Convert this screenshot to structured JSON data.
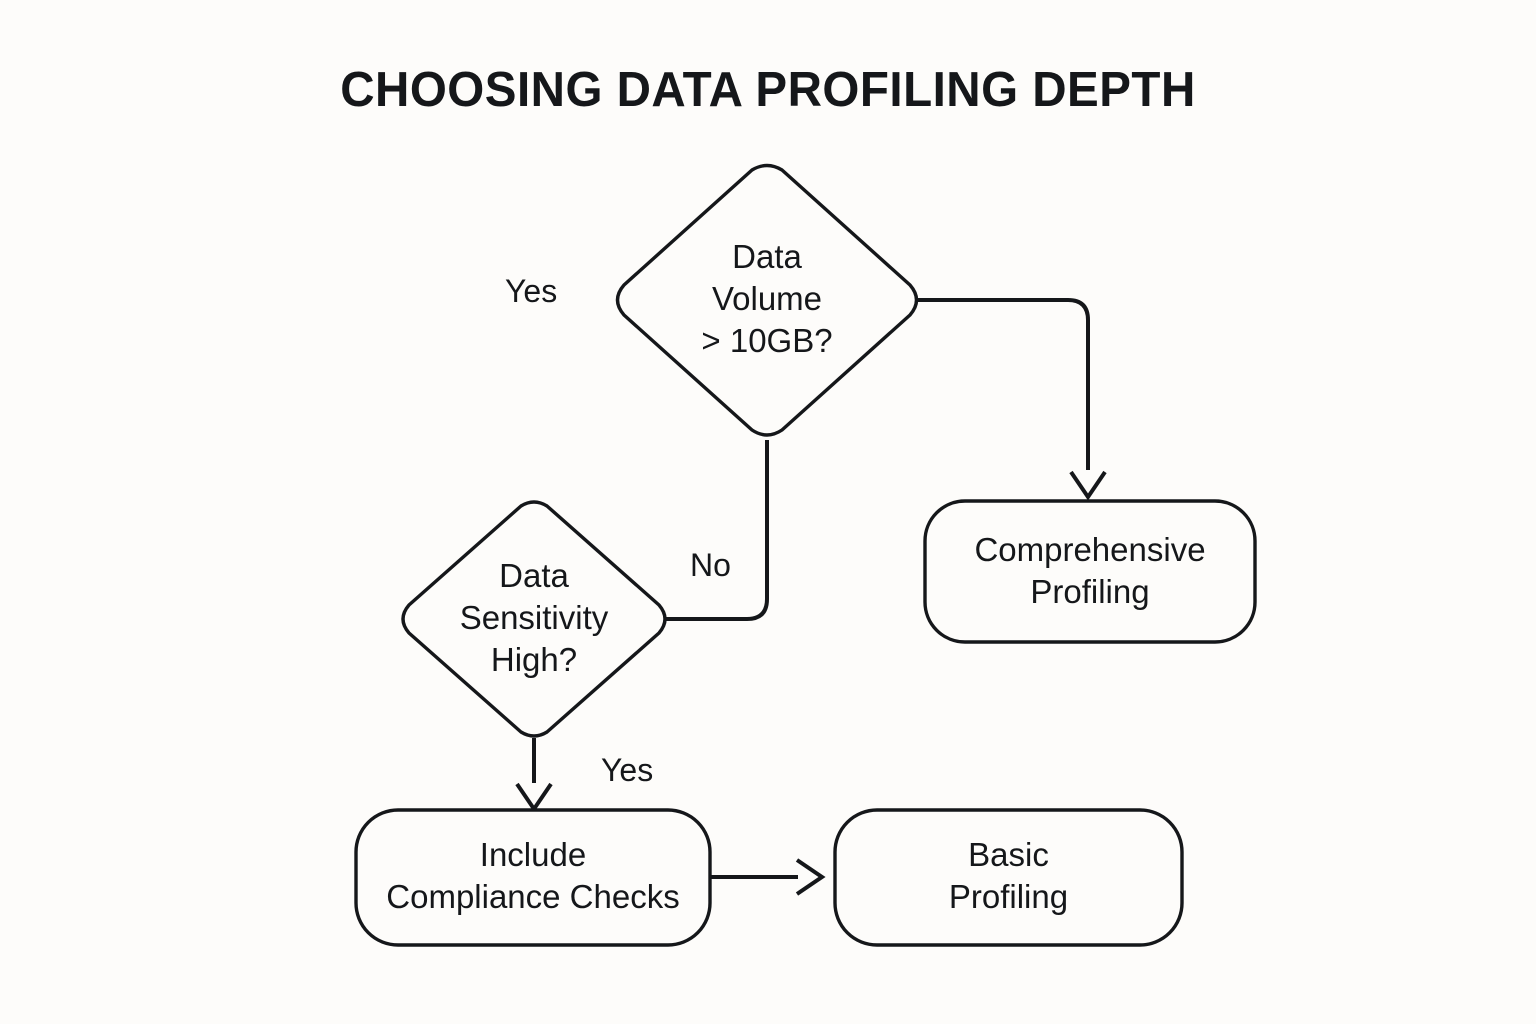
{
  "diagram": {
    "title": "CHOOSING DATA PROFILING DEPTH",
    "background_color": "#fdfcfa",
    "line_color": "#15171a",
    "text_color": "#15171a",
    "nodes": [
      {
        "id": "data-volume-decision",
        "type": "decision",
        "shape": "diamond",
        "lines": [
          "Data",
          "Volume",
          "> 10GB?"
        ],
        "text": "Data Volume > 10GB?"
      },
      {
        "id": "data-sensitivity-decision",
        "type": "decision",
        "shape": "diamond",
        "lines": [
          "Data",
          "Sensitivity",
          "High?"
        ],
        "text": "Data Sensitivity High?"
      },
      {
        "id": "comprehensive-profiling",
        "type": "process",
        "shape": "rounded-rect",
        "lines": [
          "Comprehensive",
          "Profiling"
        ],
        "text": "Comprehensive Profiling"
      },
      {
        "id": "include-compliance-checks",
        "type": "process",
        "shape": "rounded-rect",
        "lines": [
          "Include",
          "Compliance Checks"
        ],
        "text": "Include Compliance Checks"
      },
      {
        "id": "basic-profiling",
        "type": "process",
        "shape": "rounded-rect",
        "lines": [
          "Basic",
          "Profiling"
        ],
        "text": "Basic Profiling"
      }
    ],
    "edges": [
      {
        "id": "edge-volume-yes",
        "from": "data-volume-decision",
        "to": "comprehensive-profiling",
        "label": "Yes",
        "arrowhead": true
      },
      {
        "id": "edge-volume-no",
        "from": "data-volume-decision",
        "to": "data-sensitivity-decision",
        "label": "No",
        "arrowhead": false
      },
      {
        "id": "edge-sensitivity-yes",
        "from": "data-sensitivity-decision",
        "to": "include-compliance-checks",
        "label": "Yes",
        "arrowhead": true
      },
      {
        "id": "edge-compliance-to-basic",
        "from": "include-compliance-checks",
        "to": "basic-profiling",
        "label": "",
        "arrowhead": true
      }
    ]
  }
}
